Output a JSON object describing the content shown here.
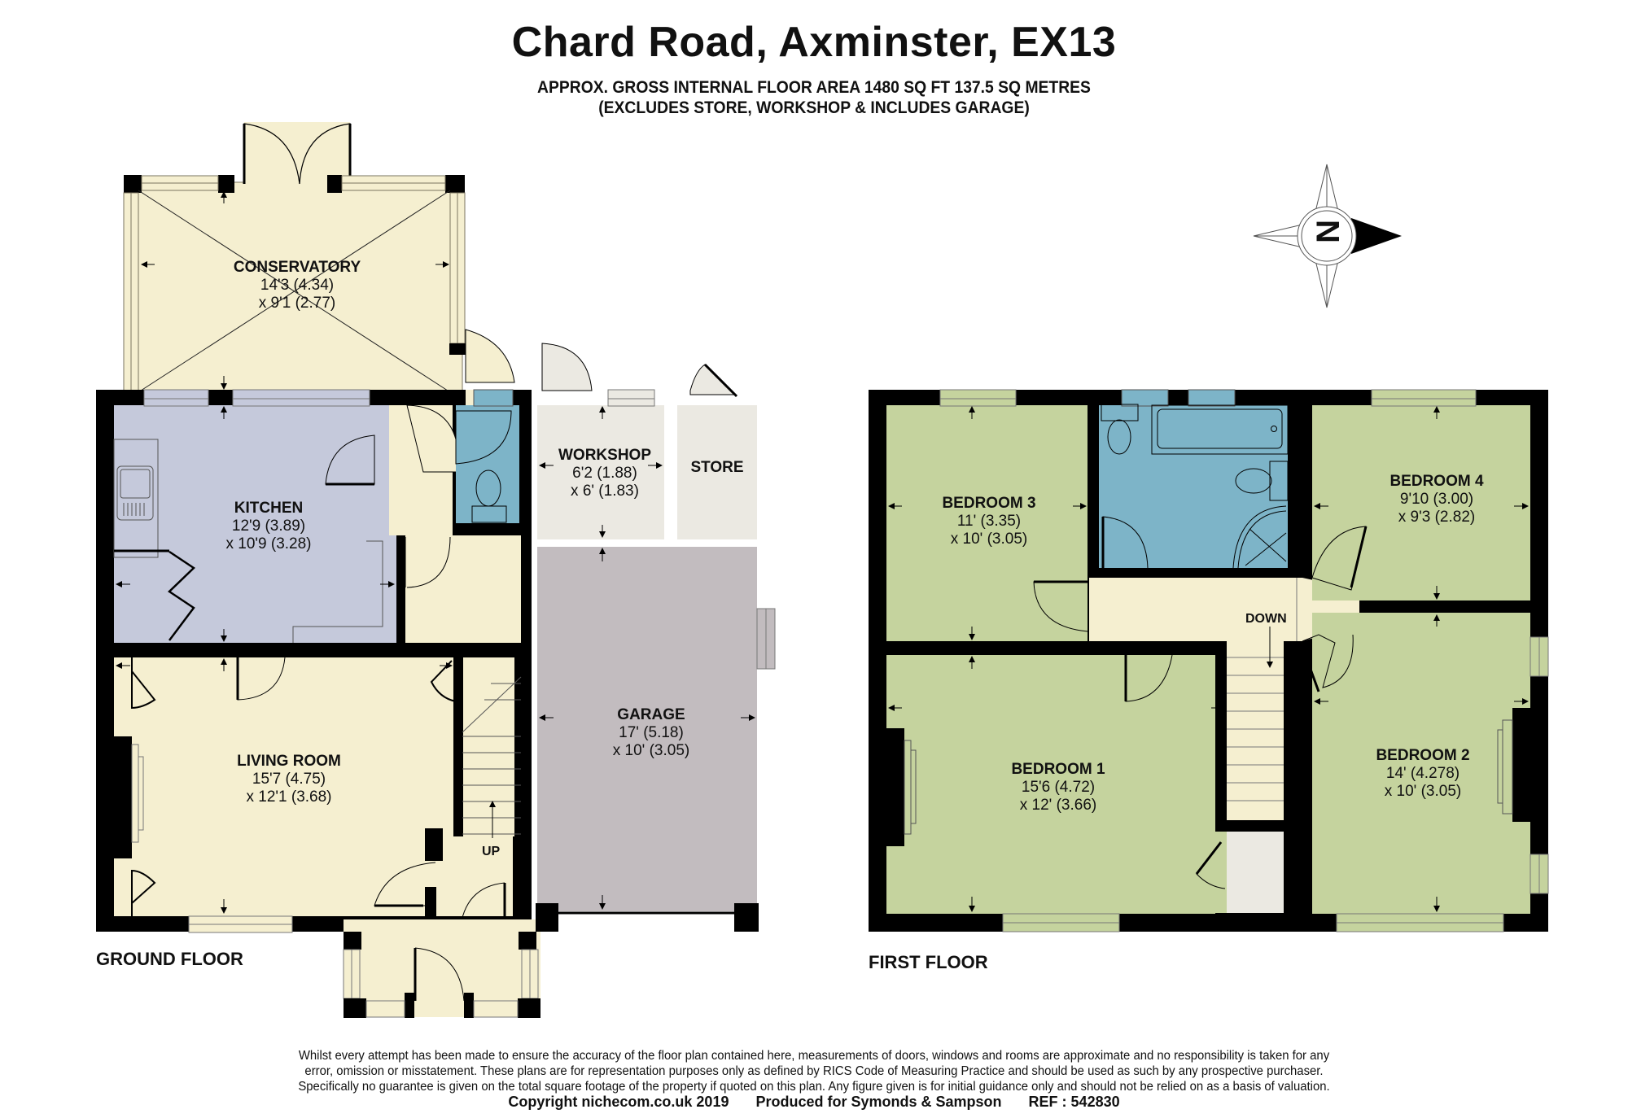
{
  "header": {
    "title": "Chard Road, Axminster, EX13",
    "area_line": "APPROX. GROSS INTERNAL FLOOR AREA 1480 SQ FT 137.5 SQ METRES",
    "area_note": "(EXCLUDES STORE, WORKSHOP & INCLUDES GARAGE)"
  },
  "compass": {
    "icon": "compass-rose-icon",
    "letter": "N"
  },
  "colors": {
    "wall": "#000000",
    "hall_cream": "#f5efd0",
    "kitchen": "#c5c9db",
    "bathroom": "#7db4c8",
    "garage": "#c2bcbf",
    "store": "#ebe9e2",
    "bedroom": "#c5d39e"
  },
  "ground_floor": {
    "label": "GROUND FLOOR",
    "stairs_label": "UP",
    "rooms": [
      {
        "name": "CONSERVATORY",
        "dim1": "14'3 (4.34)",
        "dim2": "x 9'1 (2.77)"
      },
      {
        "name": "KITCHEN",
        "dim1": "12'9 (3.89)",
        "dim2": "x 10'9 (3.28)"
      },
      {
        "name": "WORKSHOP",
        "dim1": "6'2 (1.88)",
        "dim2": "x 6' (1.83)"
      },
      {
        "name": "STORE"
      },
      {
        "name": "LIVING ROOM",
        "dim1": "15'7 (4.75)",
        "dim2": "x 12'1 (3.68)"
      },
      {
        "name": "GARAGE",
        "dim1": "17' (5.18)",
        "dim2": "x 10' (3.05)"
      }
    ]
  },
  "first_floor": {
    "label": "FIRST FLOOR",
    "stairs_label": "DOWN",
    "rooms": [
      {
        "name": "BEDROOM 3",
        "dim1": "11' (3.35)",
        "dim2": "x 10' (3.05)"
      },
      {
        "name": "BEDROOM 4",
        "dim1": "9'10 (3.00)",
        "dim2": "x 9'3 (2.82)"
      },
      {
        "name": "BEDROOM 1",
        "dim1": "15'6 (4.72)",
        "dim2": "x 12' (3.66)"
      },
      {
        "name": "BEDROOM 2",
        "dim1": "14' (4.278)",
        "dim2": "x 10' (3.05)"
      }
    ]
  },
  "footer": {
    "disclaimer_lines": [
      "Whilst every attempt has been made to ensure the accuracy of the floor plan contained here, measurements of doors, windows and rooms are approximate and no responsibility is taken for any",
      "error, omission or misstatement. These plans are for representation purposes only as defined by RICS Code of Measuring Practice and should be used as such by any prospective purchaser.",
      "Specifically no guarantee is given on the total square footage of the property if quoted on this plan. Any figure given is for initial guidance only and should not be relied on as a basis of valuation."
    ],
    "copyright": "Copyright nichecom.co.uk 2019",
    "produced_for": "Produced for Symonds & Sampson",
    "ref": "REF : 542830"
  }
}
